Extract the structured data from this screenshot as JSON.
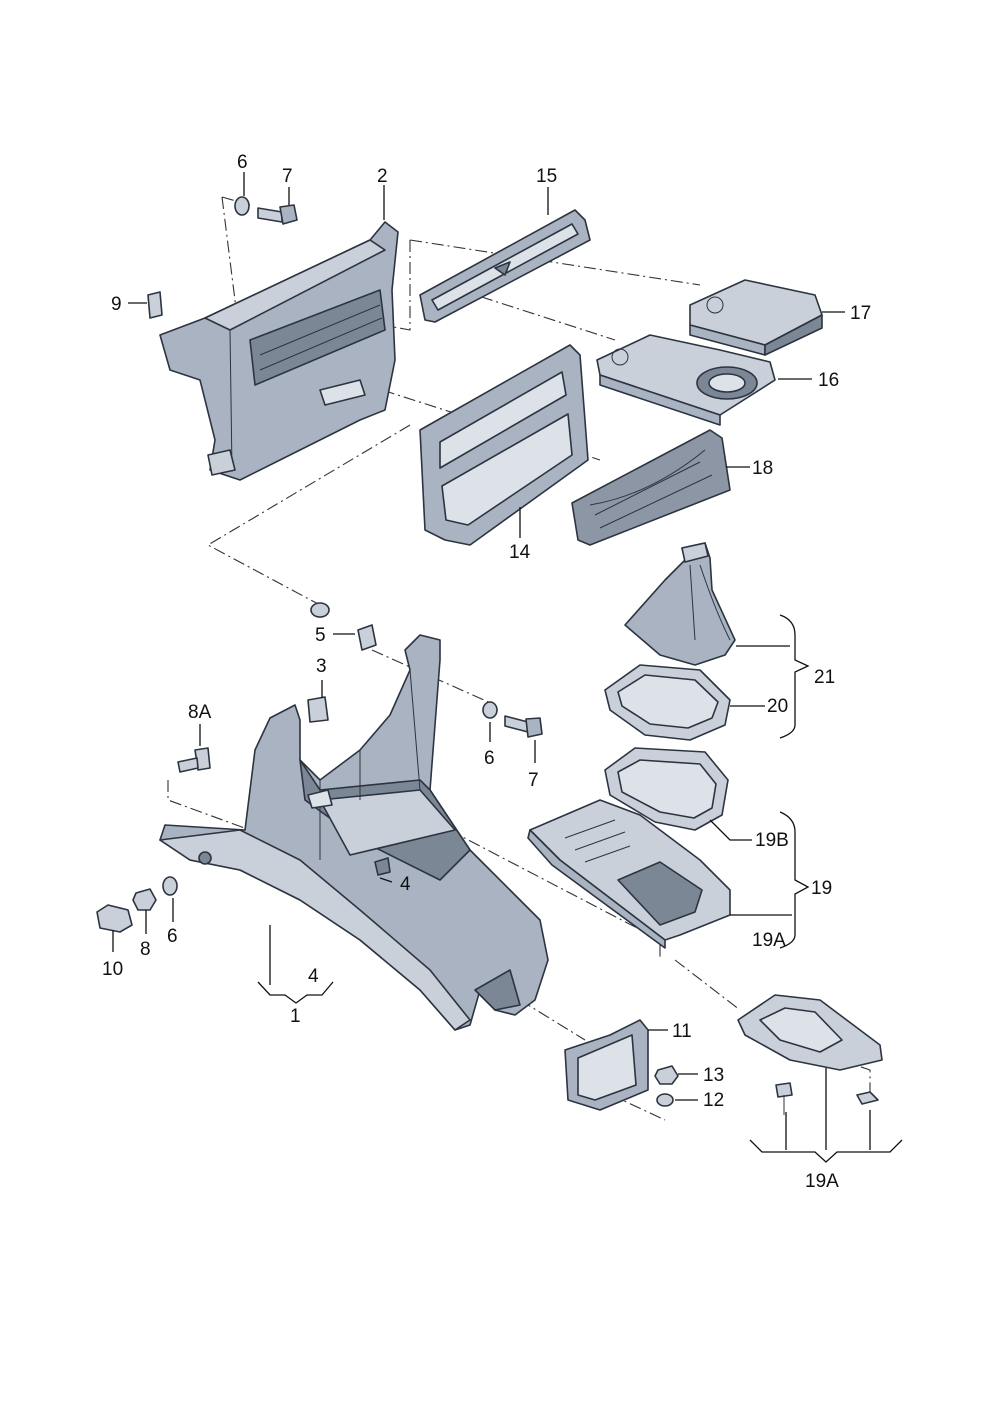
{
  "labels": {
    "l1": "1",
    "l2": "2",
    "l3": "3",
    "l4a": "4",
    "l4b": "4",
    "l5": "5",
    "l6a": "6",
    "l6b": "6",
    "l6c": "6",
    "l7a": "7",
    "l7b": "7",
    "l8": "8",
    "l8a": "8A",
    "l9": "9",
    "l10": "10",
    "l11": "11",
    "l12": "12",
    "l13": "13",
    "l14": "14",
    "l15": "15",
    "l16": "16",
    "l17": "17",
    "l18": "18",
    "l19": "19",
    "l19a": "19A",
    "l19a_lower": "19A",
    "l19b": "19B",
    "l20": "20",
    "l21": "21"
  },
  "colors": {
    "part_fill": "#a9b3c1",
    "part_light": "#c9d0da",
    "part_dark": "#7c8796",
    "outline": "#2c3440",
    "text": "#111111"
  }
}
